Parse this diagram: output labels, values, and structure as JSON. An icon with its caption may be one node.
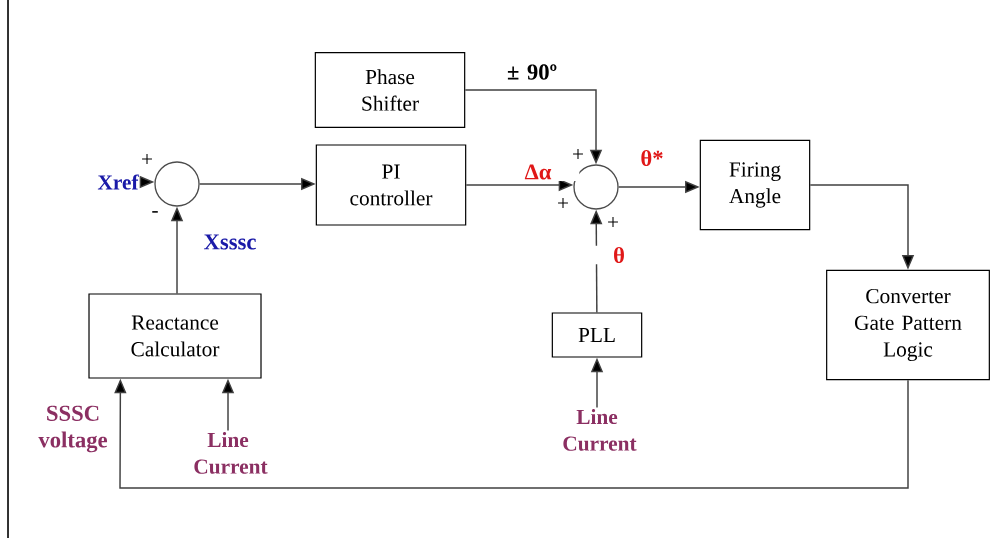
{
  "diagram": {
    "nodes": [
      {
        "text": [
          "Xref"
        ]
      },
      {
        "text": [],
        "shape": "circle"
      },
      {
        "text": [
          "PI controller"
        ]
      },
      {
        "text": [
          "Phase Shifter"
        ]
      },
      {
        "text": [],
        "shape": "circle"
      },
      {
        "text": [
          "Firing Angle"
        ]
      },
      {
        "text": [
          "Converter Gate Pattern Logic"
        ]
      },
      {
        "text": [
          "PLL"
        ]
      },
      {
        "text": [
          "Reactance Calculator"
        ]
      },
      {
        "text": [
          "Line Current"
        ]
      },
      {
        "text": [
          "Line Current"
        ]
      }
    ],
    "edges": [
      {
        "from": 0,
        "to": 1,
        "arrow": "to"
      },
      {
        "from": 1,
        "to": 2,
        "arrow": "to"
      },
      {
        "from": 3,
        "to": 4,
        "label": "± 90º",
        "arrow": "to"
      },
      {
        "from": 2,
        "to": 4,
        "label": "Δα",
        "arrow": "to"
      },
      {
        "from": 4,
        "to": 5,
        "label": "θ*",
        "arrow": "to"
      },
      {
        "from": 5,
        "to": 6,
        "arrow": "to"
      },
      {
        "from": 7,
        "to": 4,
        "label": "θ",
        "arrow": "to"
      },
      {
        "from": 8,
        "to": 1,
        "label": "Xsssc",
        "arrow": "to"
      },
      {
        "from": 6,
        "to": 8,
        "label": "SSSC voltage",
        "arrow": "to"
      },
      {
        "from": 9,
        "to": 7,
        "arrow": "to"
      },
      {
        "from": 10,
        "to": 8,
        "arrow": "to"
      }
    ],
    "labels": [
      "+",
      "+",
      "+",
      "-",
      "+"
    ]
  }
}
